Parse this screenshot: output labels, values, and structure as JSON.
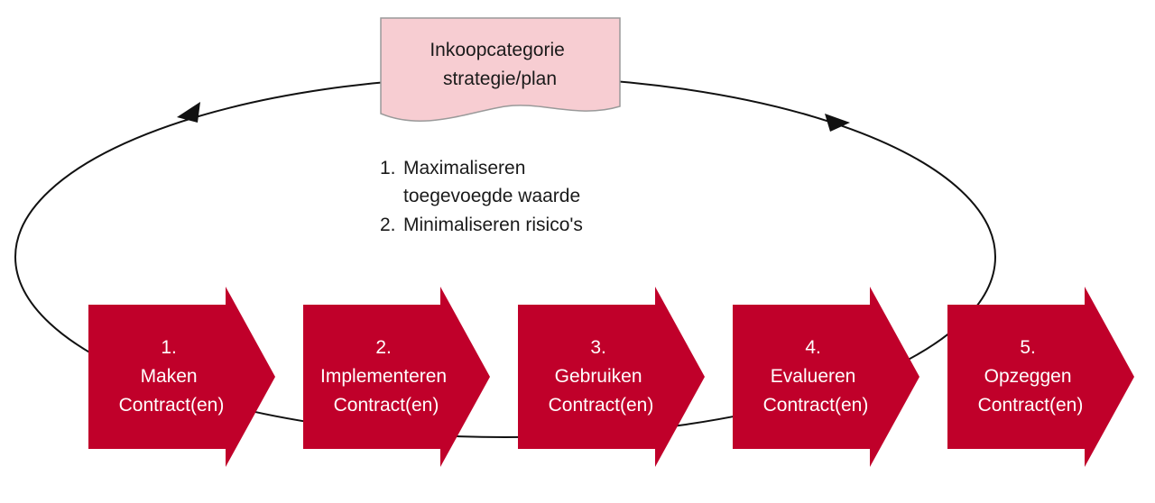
{
  "document": {
    "lines": [
      "Inkoopcategorie",
      "strategie/plan"
    ]
  },
  "objectives": [
    {
      "number": "1.",
      "lines": [
        "Maximaliseren",
        "toegevoegde waarde"
      ]
    },
    {
      "number": "2.",
      "lines": [
        "Minimaliseren risico's"
      ]
    }
  ],
  "steps": [
    {
      "number": "1.",
      "title": "Maken",
      "subtitle": "Contract(en)"
    },
    {
      "number": "2.",
      "title": "Implementeren",
      "subtitle": "Contract(en)"
    },
    {
      "number": "3.",
      "title": "Gebruiken",
      "subtitle": "Contract(en)"
    },
    {
      "number": "4.",
      "title": "Evalueren",
      "subtitle": "Contract(en)"
    },
    {
      "number": "5.",
      "title": "Opzeggen",
      "subtitle": "Contract(en)"
    }
  ],
  "colors": {
    "step_fill": "#c0002a",
    "document_fill": "#f7cdd2",
    "document_stroke": "#9a9a9a",
    "cycle_stroke": "#111111",
    "text_dark": "#1a1a1a",
    "text_light": "#ffffff"
  }
}
